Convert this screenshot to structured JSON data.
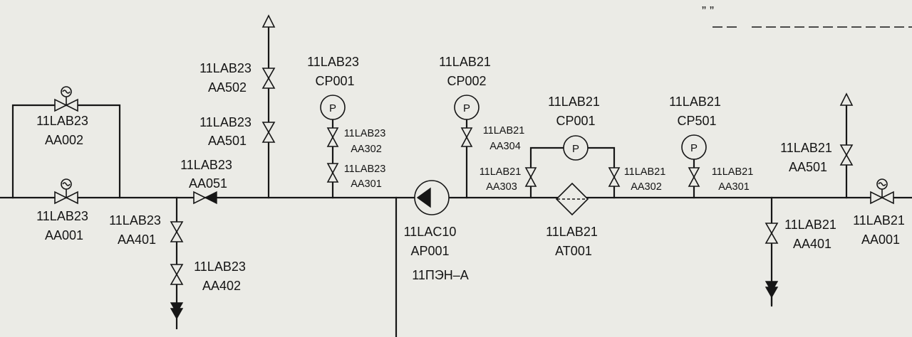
{
  "header": {
    "quote_marks": "”   ”"
  },
  "valves": [
    {
      "id": "lab23-aa002",
      "lines": [
        "11LAB23",
        "AA002"
      ]
    },
    {
      "id": "lab23-aa001",
      "lines": [
        "11LAB23",
        "AA001"
      ]
    },
    {
      "id": "lab23-aa401",
      "lines": [
        "11LAB23",
        "AA401"
      ]
    },
    {
      "id": "lab23-aa402",
      "lines": [
        "11LAB23",
        "AA402"
      ]
    },
    {
      "id": "lab23-aa051",
      "lines": [
        "11LAB23",
        "AA051"
      ]
    },
    {
      "id": "lab23-aa502",
      "lines": [
        "11LAB23",
        "AA502"
      ]
    },
    {
      "id": "lab23-aa501",
      "lines": [
        "11LAB23",
        "AA501"
      ]
    },
    {
      "id": "lab23-aa302",
      "lines": [
        "11LAB23",
        "AA302"
      ]
    },
    {
      "id": "lab23-aa301",
      "lines": [
        "11LAB23",
        "AA301"
      ]
    },
    {
      "id": "lab21-aa304",
      "lines": [
        "11LAB21",
        "AA304"
      ]
    },
    {
      "id": "lab21-aa303",
      "lines": [
        "11LAB21",
        "AA303"
      ]
    },
    {
      "id": "lab21-aa302",
      "lines": [
        "11LAB21",
        "AA302"
      ]
    },
    {
      "id": "lab21-aa301",
      "lines": [
        "11LAB21",
        "AA301"
      ]
    },
    {
      "id": "lab21-aa501",
      "lines": [
        "11LAB21",
        "AA501"
      ]
    },
    {
      "id": "lab21-aa401",
      "lines": [
        "11LAB21",
        "AA401"
      ]
    },
    {
      "id": "lab21-aa001",
      "lines": [
        "11LAB21",
        "AA001"
      ]
    }
  ],
  "gauges": [
    {
      "id": "lab23-cp001",
      "lines": [
        "11LAB23",
        "CP001"
      ],
      "letter": "P"
    },
    {
      "id": "lab21-cp002",
      "lines": [
        "11LAB21",
        "CP002"
      ],
      "letter": "P"
    },
    {
      "id": "lab21-cp001",
      "lines": [
        "11LAB21",
        "CP001"
      ],
      "letter": "P"
    },
    {
      "id": "lab21-cp501",
      "lines": [
        "11LAB21",
        "CP501"
      ],
      "letter": "P"
    }
  ],
  "pump": {
    "lines": [
      "11LAC10",
      "AP001",
      "11ПЭН–А"
    ]
  },
  "filter": {
    "lines": [
      "11LAB21",
      "AT001"
    ]
  }
}
